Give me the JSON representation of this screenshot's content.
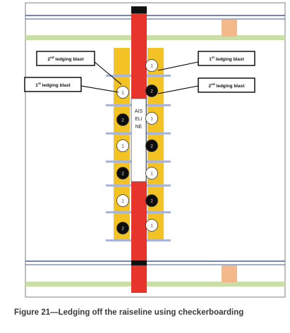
{
  "diagram": {
    "raise_label": "AIS ELI NE",
    "callouts": [
      {
        "id": "c1",
        "ordinal": "2",
        "sup": "nd",
        "text": "ledging blast"
      },
      {
        "id": "c2",
        "ordinal": "1",
        "sup": "st",
        "text": "ledging blast"
      },
      {
        "id": "c3",
        "ordinal": "1",
        "sup": "st",
        "text": "ledging blast"
      },
      {
        "id": "c4",
        "ordinal": "2",
        "sup": "nd",
        "text": "ledging blast"
      }
    ],
    "left_column_holes": [
      {
        "label": "1",
        "fill": "white"
      },
      {
        "label": "2",
        "fill": "black"
      },
      {
        "label": "1",
        "fill": "white"
      },
      {
        "label": "2",
        "fill": "black"
      },
      {
        "label": "1",
        "fill": "white"
      },
      {
        "label": "2",
        "fill": "black"
      }
    ],
    "right_column_holes": [
      {
        "label": "1",
        "fill": "white"
      },
      {
        "label": "2",
        "fill": "black"
      },
      {
        "label": "1",
        "fill": "white"
      },
      {
        "label": "2",
        "fill": "black"
      },
      {
        "label": "1",
        "fill": "white"
      },
      {
        "label": "2",
        "fill": "black"
      },
      {
        "label": "1",
        "fill": "white"
      }
    ],
    "colors": {
      "raise": "#e8352b",
      "ledge": "#f3c323",
      "rib": "#a9b5d8",
      "green_band": "#c9dfa7",
      "blue_line": "#4a5a9a",
      "orange_block": "#f4b98a",
      "black_band": "#111111"
    }
  },
  "caption": "Figure 21—Ledging off the raiseline using checkerboarding"
}
